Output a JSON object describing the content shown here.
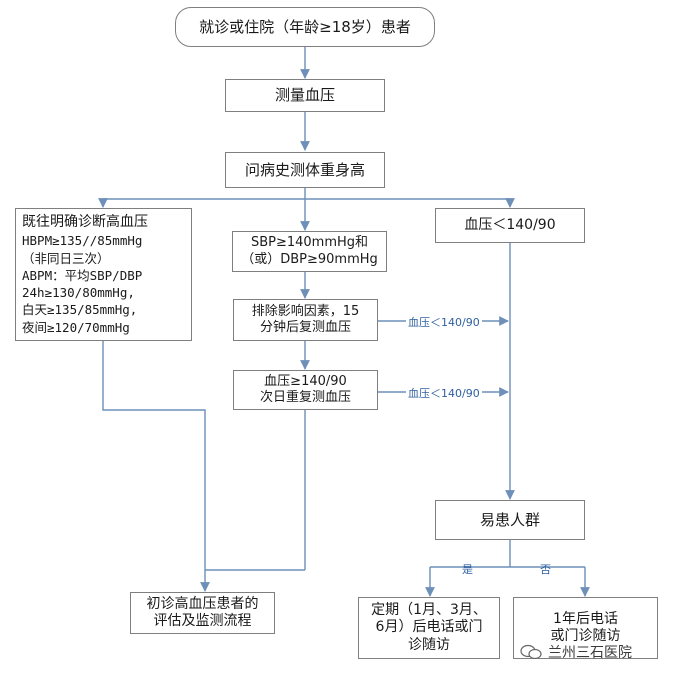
{
  "nodes": {
    "start": "就诊或住院（年龄≥18岁）患者",
    "measure": "测量血压",
    "history": "问病史测体重身高",
    "diagnosed": [
      "既往明确诊断高血压",
      "HBPM≥135//85mmHg",
      "（非同日三次）",
      "ABPM：平均SBP/DBP",
      "24h≥130/80mmHg,",
      "白天≥135/85mmHg,",
      "夜间≥120/70mmHg"
    ],
    "high_bp": [
      "SBP≥140mmHg和",
      "（或）DBP≥90mmHg"
    ],
    "low_bp": "血压＜140/90",
    "exclude": [
      "排除影响因素，15",
      "分钟后复测血压"
    ],
    "next_day": [
      "血压≥140/90",
      "次日重复测血压"
    ],
    "susceptible": "易患人群",
    "initial_eval": [
      "初诊高血压患者的",
      "评估及监测流程"
    ],
    "periodic": [
      "定期（1月、3月、",
      "6月）后电话或门",
      "诊随访"
    ],
    "one_year": [
      "1年后电话",
      "或门诊随访"
    ]
  },
  "edge_labels": {
    "exclude_to_right": "血压＜140/90",
    "nextday_to_right": "血压＜140/90",
    "yes": "是",
    "no": "否"
  },
  "watermark": {
    "text": "兰州三石医院"
  },
  "colors": {
    "box_border": "#7f7f7f",
    "arrow": "#6d8fb8",
    "label_text": "#2f5fa0"
  }
}
